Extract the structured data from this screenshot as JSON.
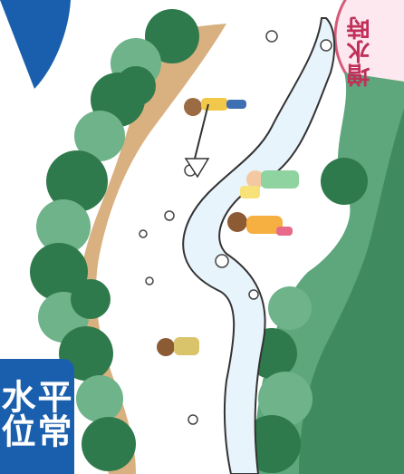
{
  "badge": {
    "col1": "平常",
    "col2": "水位"
  },
  "corner_label": "増水時",
  "colors": {
    "badge_blue": "#1a5fad",
    "river_blue_light": "#e8f4fb",
    "tree_green_dark": "#2f7a4c",
    "tree_green_light": "#6fb38a",
    "bank_tan": "#d9b07f",
    "corner_pink": "#c0305a"
  },
  "icons": [
    "blue-arc-decoration",
    "pink-circle-decoration",
    "tree-cluster",
    "river",
    "person"
  ]
}
